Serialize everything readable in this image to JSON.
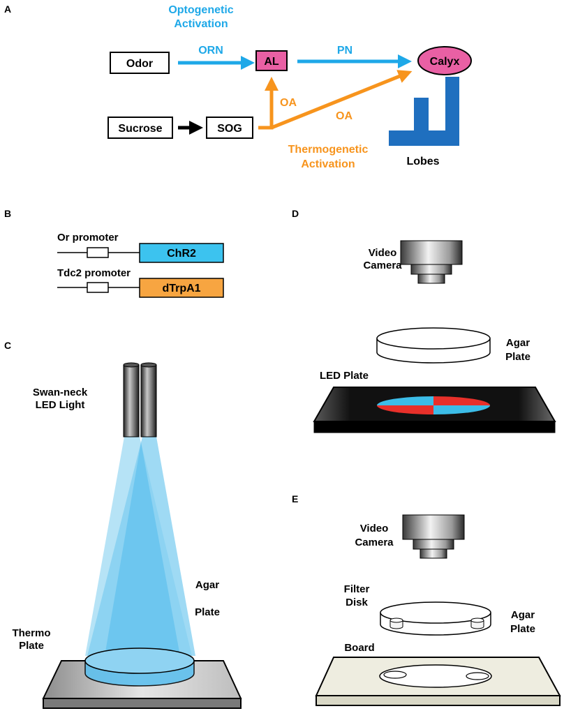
{
  "colors": {
    "blue": "#1ea8e8",
    "orange": "#f7941d",
    "pink": "#e960a4",
    "lobe_blue": "#1f6fbf",
    "chr2_fill": "#3cc3ef",
    "trpa1_fill": "#f7a541",
    "led_red": "#e8302a",
    "led_blue": "#3cbde8",
    "board": "#eeede0"
  },
  "panel_a": {
    "letter": "A",
    "optogenetic": [
      "Optogenetic",
      "Activation"
    ],
    "thermogenetic": [
      "Thermogenetic",
      "Activation"
    ],
    "odor": "Odor",
    "orn": "ORN",
    "al": "AL",
    "pn": "PN",
    "calyx": "Calyx",
    "sucrose": "Sucrose",
    "sog": "SOG",
    "oa_up": "OA",
    "oa_diag": "OA",
    "lobes": "Lobes"
  },
  "panel_b": {
    "letter": "B",
    "or_promoter": "Or promoter",
    "chr2": "ChR2",
    "tdc2_promoter": "Tdc2 promoter",
    "dtrpa1": "dTrpA1"
  },
  "panel_c": {
    "letter": "C",
    "led": [
      "Swan-neck",
      "LED Light"
    ],
    "agar": [
      "Agar",
      "Plate"
    ],
    "thermo": [
      "Thermo",
      "Plate"
    ]
  },
  "panel_d": {
    "letter": "D",
    "camera": [
      "Video",
      "Camera"
    ],
    "agar": [
      "Agar",
      "Plate"
    ],
    "led_plate": "LED Plate"
  },
  "panel_e": {
    "letter": "E",
    "camera": [
      "Video",
      "Camera"
    ],
    "filter": [
      "Filter",
      "Disk"
    ],
    "agar": [
      "Agar",
      "Plate"
    ],
    "board": "Board"
  }
}
